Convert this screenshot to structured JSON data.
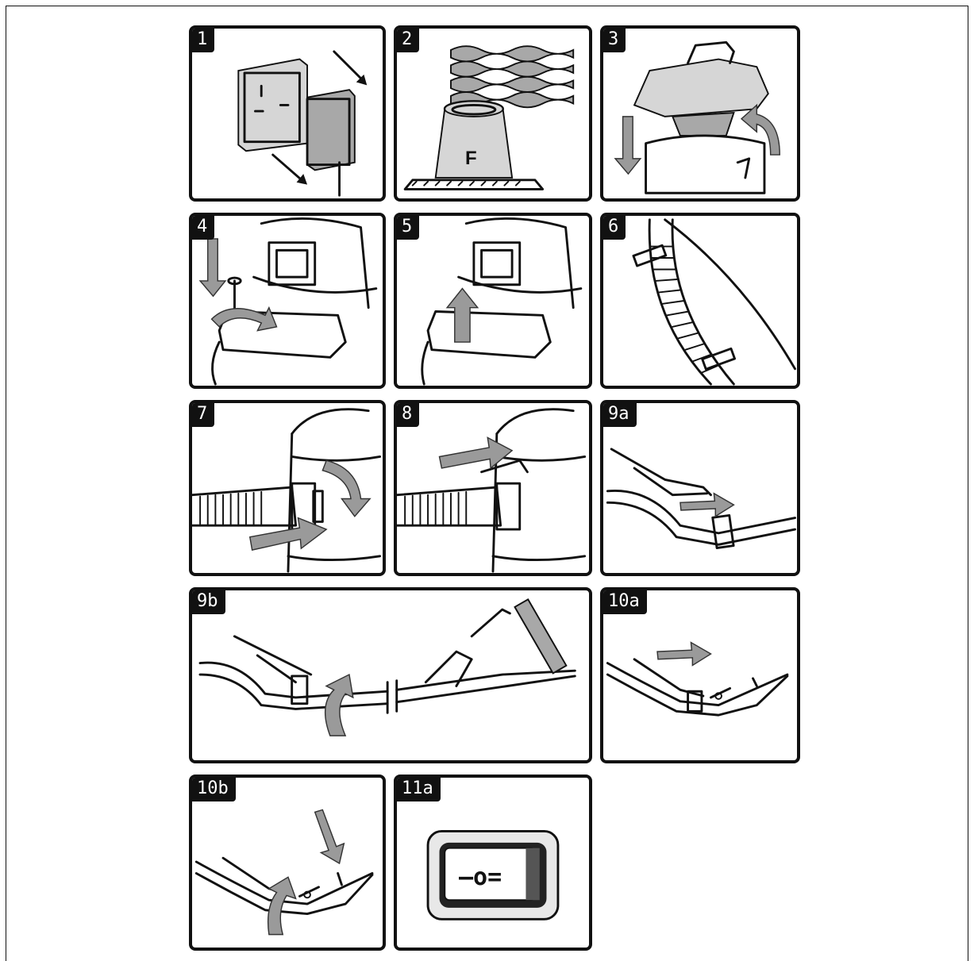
{
  "panels": [
    {
      "id": "1",
      "label": "1"
    },
    {
      "id": "2",
      "label": "2",
      "letter": "F"
    },
    {
      "id": "3",
      "label": "3"
    },
    {
      "id": "4",
      "label": "4"
    },
    {
      "id": "5",
      "label": "5"
    },
    {
      "id": "6",
      "label": "6"
    },
    {
      "id": "7",
      "label": "7"
    },
    {
      "id": "8",
      "label": "8"
    },
    {
      "id": "9a",
      "label": "9a"
    },
    {
      "id": "9b",
      "label": "9b"
    },
    {
      "id": "10a",
      "label": "10a"
    },
    {
      "id": "10b",
      "label": "10b"
    },
    {
      "id": "11a",
      "label": "11a",
      "switch_text": "–o="
    }
  ],
  "colors": {
    "ink": "#111111",
    "arrow": "#9a9a9a",
    "background": "#ffffff"
  }
}
